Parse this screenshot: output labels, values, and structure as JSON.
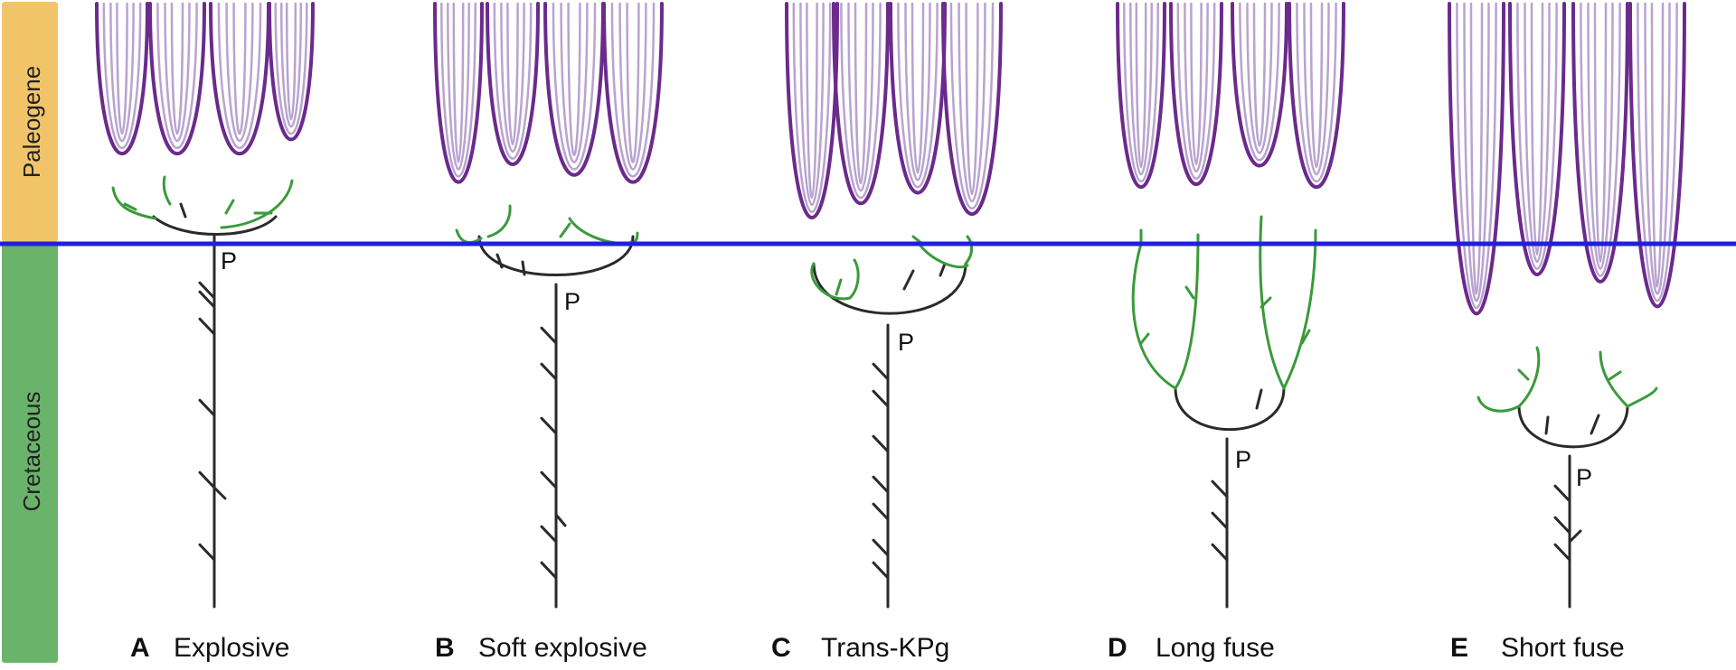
{
  "periods": [
    {
      "key": "paleogene",
      "label": "Paleogene",
      "color": "#f2c46a"
    },
    {
      "key": "cretaceous",
      "label": "Cretaceous",
      "color": "#6ab36a"
    }
  ],
  "boundary_color": "#1f1fe0",
  "colors": {
    "crown": "#6b2a8c",
    "crown_light": "#b9a3cf",
    "stem_green": "#3a9a3a",
    "stem_black": "#2a2a2a"
  },
  "node_label": "P",
  "panels": [
    {
      "letter": "A",
      "name": "Explosive"
    },
    {
      "letter": "B",
      "name": "Soft explosive"
    },
    {
      "letter": "C",
      "name": "Trans-KPg"
    },
    {
      "letter": "D",
      "name": "Long fuse"
    },
    {
      "letter": "E",
      "name": "Short fuse"
    }
  ]
}
